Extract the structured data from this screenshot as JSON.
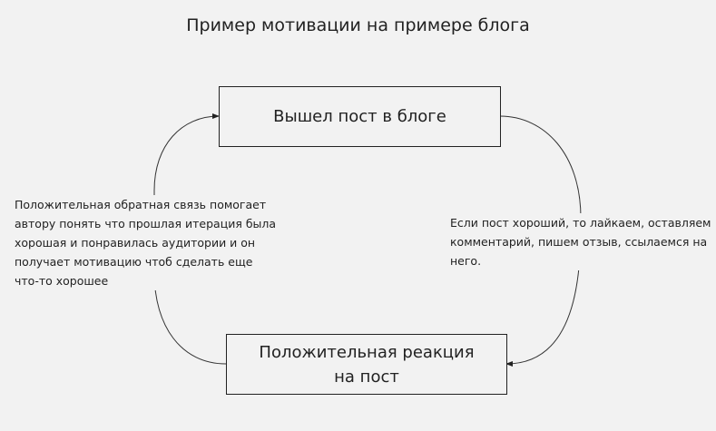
{
  "title": "Пример мотивации на примере блога",
  "nodes": {
    "top": "Вышел пост в блоге",
    "bottom_line1": "Положительная реакция",
    "bottom_line2": "на пост"
  },
  "notes": {
    "left": [
      "Положительная обратная связь помогает",
      "автору понять что прошлая итерация была",
      "хорошая и понравилась аудитории и он",
      "получает мотивацию чтоб сделать еще",
      "что-то хорошее"
    ],
    "right": [
      "Если пост хороший, то лайкаем, оставляем",
      "комментарий, пишем отзыв, ссылаемся на",
      "него."
    ]
  }
}
